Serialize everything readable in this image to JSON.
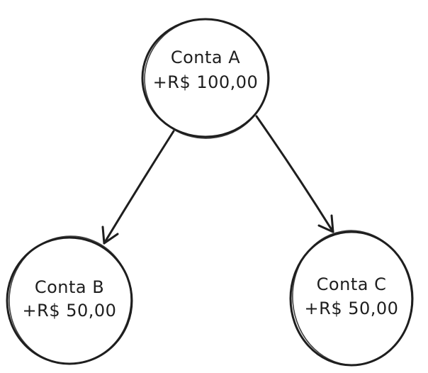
{
  "nodes": [
    {
      "id": "a",
      "name": "Conta A",
      "amount": "+R$ 100,00"
    },
    {
      "id": "b",
      "name": "Conta B",
      "amount": "+R$ 50,00"
    },
    {
      "id": "c",
      "name": "Conta C",
      "amount": "+R$ 50,00"
    }
  ],
  "edges": [
    {
      "from": "a",
      "to": "b"
    },
    {
      "from": "a",
      "to": "c"
    }
  ],
  "colors": {
    "stroke": "#1e1e1e",
    "background": "#ffffff"
  }
}
